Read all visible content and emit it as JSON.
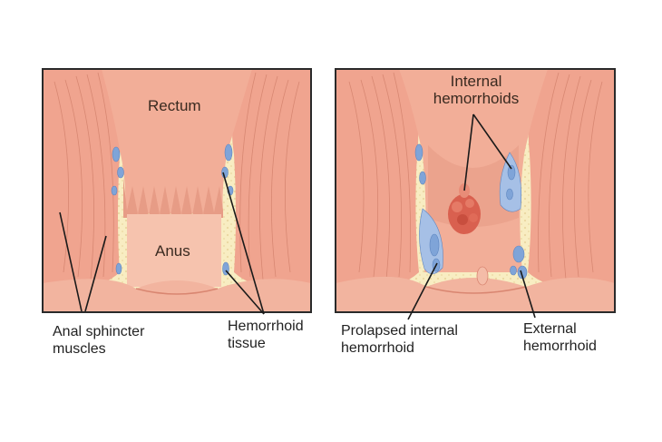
{
  "labels": {
    "rectum": "Rectum",
    "anus": "Anus",
    "internal_hemorrhoids": "Internal\nhemorrhoids",
    "anal_sphincter_muscles": "Anal sphincter\nmuscles",
    "hemorrhoid_tissue": "Hemorrhoid\ntissue",
    "prolapsed_internal_hemorrhoid": "Prolapsed internal\nhemorrhoid",
    "external_hemorrhoid": "External\nhemorrhoid"
  },
  "colors": {
    "frame": "#2a2a2a",
    "tissue": "#f3b4a0",
    "tissue_dark": "#d98671",
    "muscle": "#f0a48f",
    "fat": "#f8edc2",
    "vessel": "#7fa4d8",
    "hemorrhoid": "#d9604f"
  }
}
